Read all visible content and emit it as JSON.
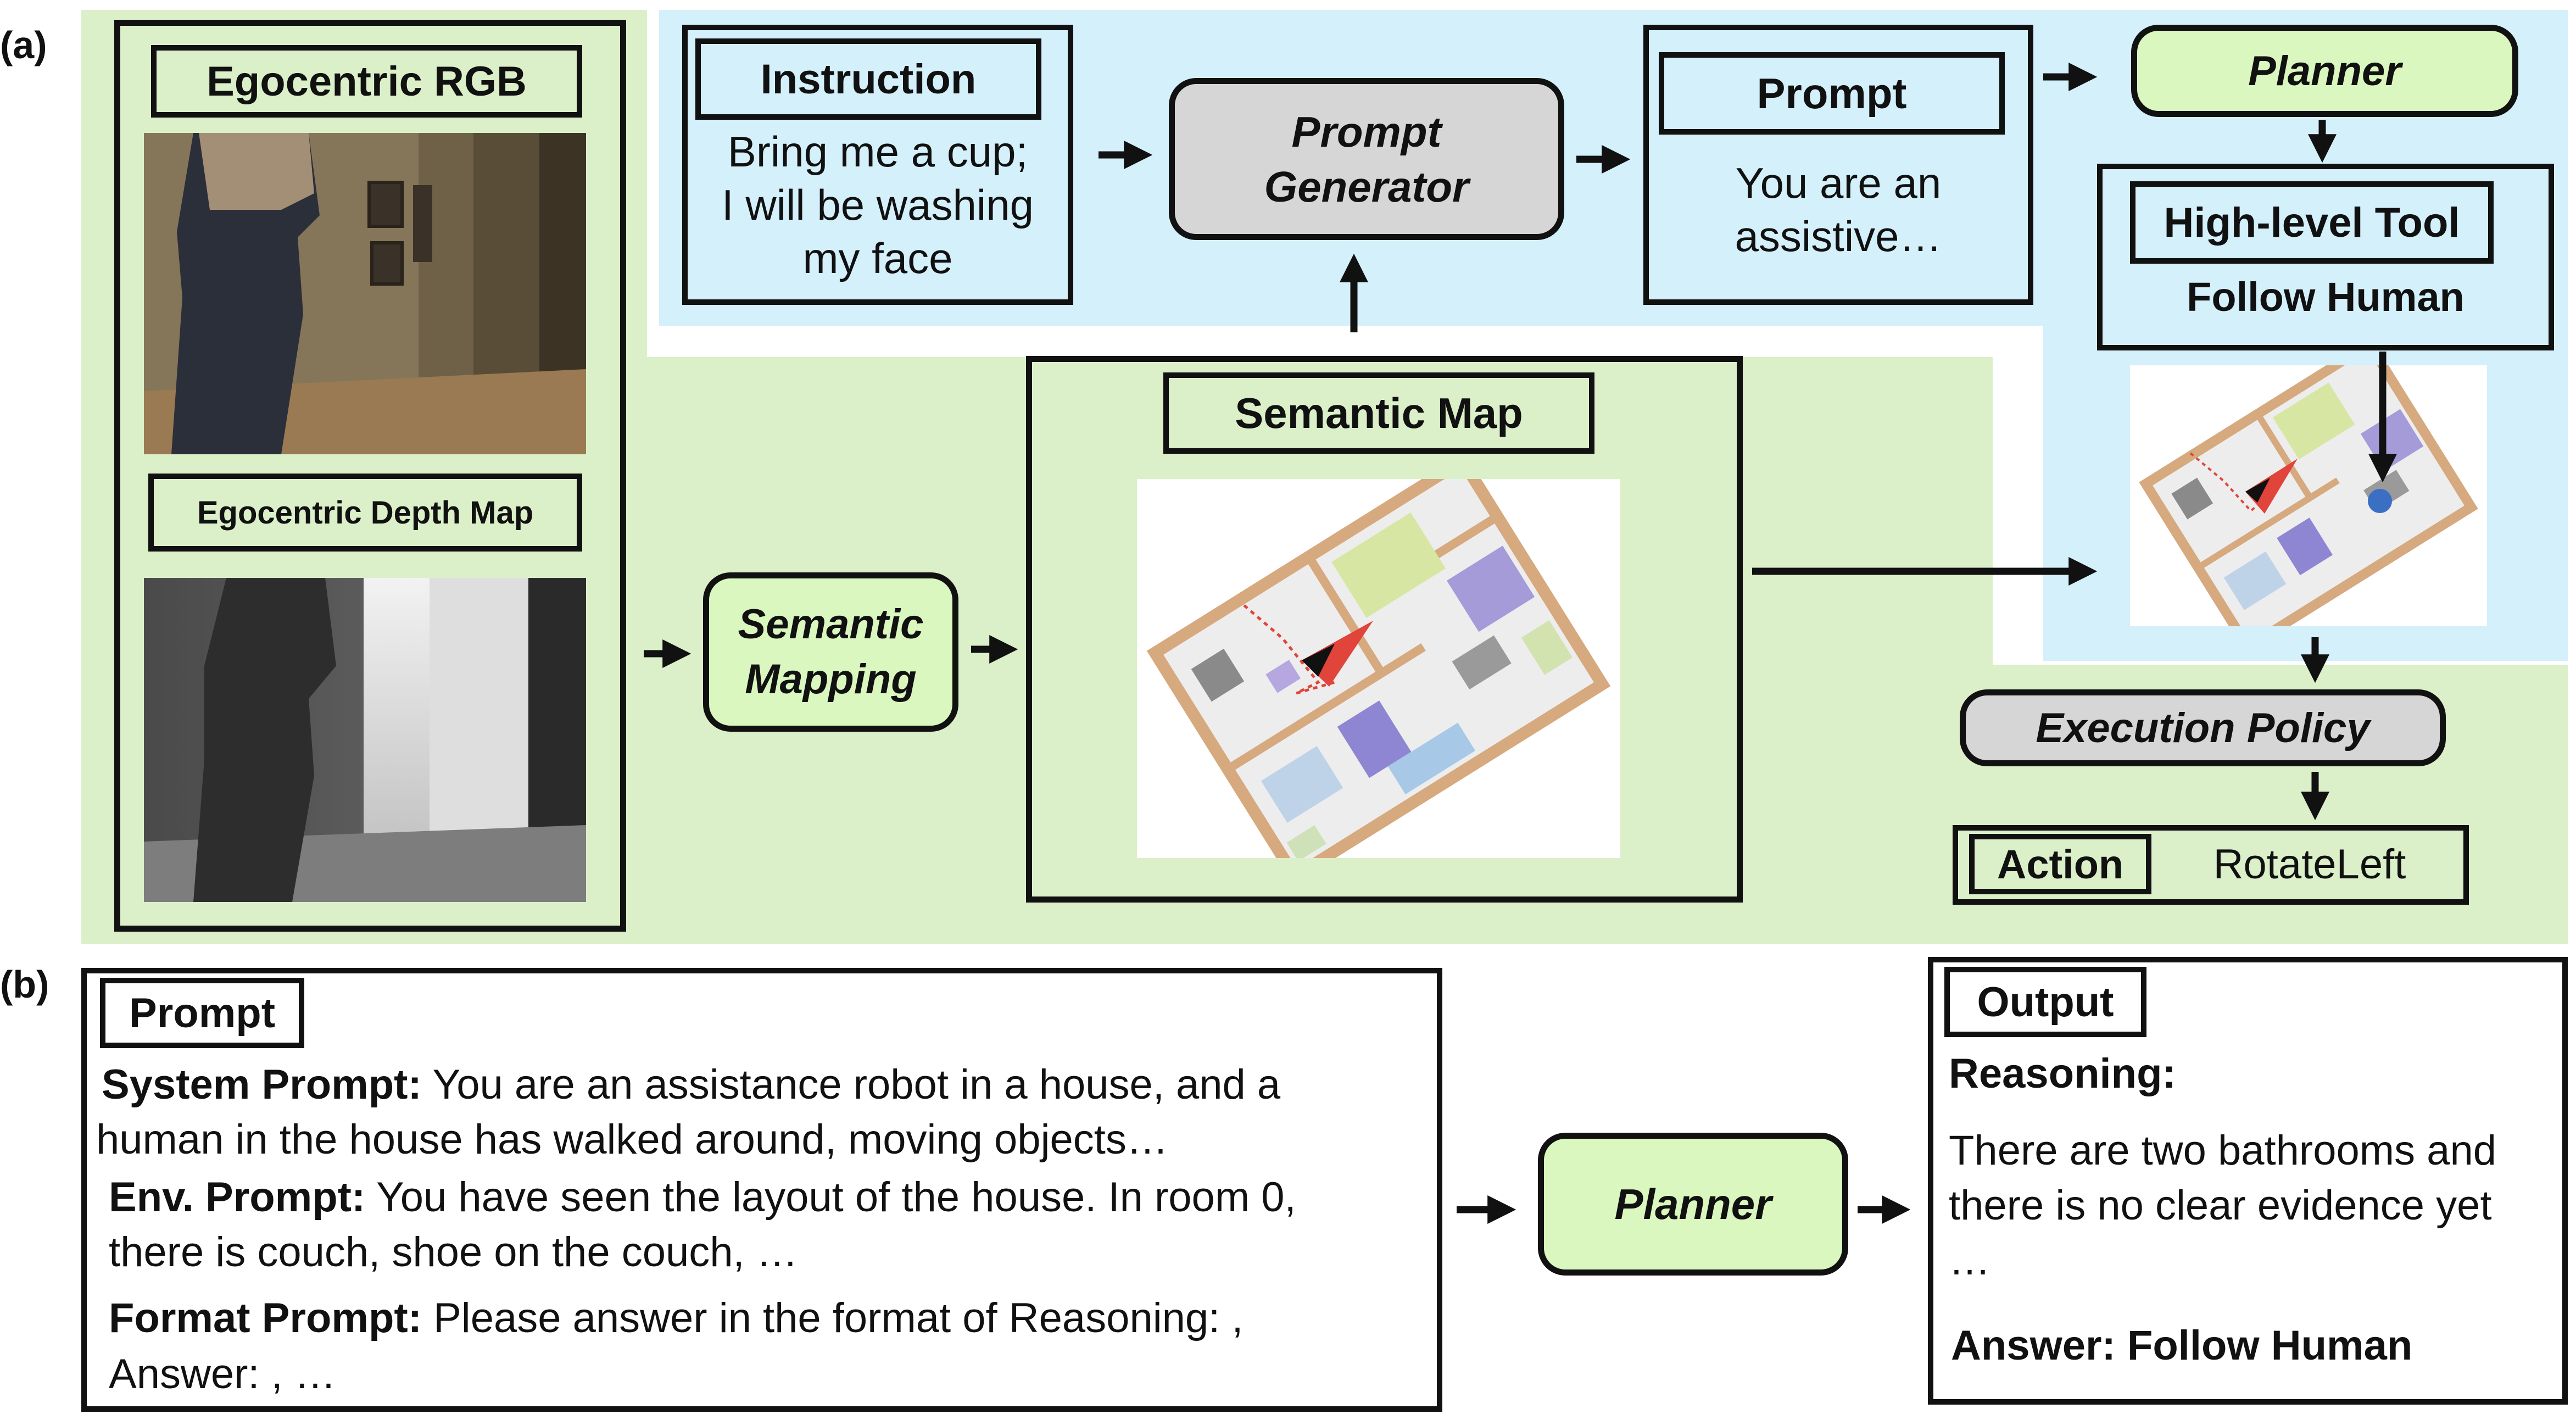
{
  "part_a": {
    "label": "(a)",
    "egocentric_rgb": "Egocentric RGB",
    "egocentric_depth": "Egocentric Depth Map",
    "semantic_mapping": [
      "Semantic",
      "Mapping"
    ],
    "instruction_title": "Instruction",
    "instruction_text": [
      "Bring me a cup;",
      "I will be washing",
      "my face"
    ],
    "prompt_generator": [
      "Prompt",
      "Generator"
    ],
    "prompt_title": "Prompt",
    "prompt_text": [
      "You are an",
      "assistive…"
    ],
    "semantic_map_title": "Semantic Map",
    "planner": "Planner",
    "high_level_tool_title": "High-level Tool",
    "high_level_tool_value": "Follow Human",
    "execution_policy": "Execution Policy",
    "action_label": "Action",
    "action_value": "RotateLeft"
  },
  "part_b": {
    "label": "(b)",
    "prompt_title": "Prompt",
    "system_prompt_label": "System Prompt:",
    "system_prompt_text": " You are an assistance robot in a house, and a",
    "system_prompt_text2": "human in the house has walked around, moving objects…",
    "env_prompt_label": "Env. Prompt:",
    "env_prompt_text": " You have seen the layout of the house. In room 0,",
    "env_prompt_text2": "there is couch, shoe on the couch, …",
    "format_prompt_label": "Format Prompt:",
    "format_prompt_text": " Please answer in the format of Reasoning: ,",
    "format_prompt_text2": "Answer: , …",
    "planner": "Planner",
    "output_title": "Output",
    "reasoning_label": "Reasoning:",
    "reasoning_text": [
      "There are two bathrooms and",
      "there is no clear evidence yet",
      "…"
    ],
    "answer": "Answer: Follow Human"
  },
  "colors": {
    "green_panel": "#dbf0c9",
    "blue_panel": "#d4f0fb",
    "green_pill": "#d9f7be",
    "gray_pill": "#d6d6d6",
    "agent_red": "#e0443a",
    "human_dot": "#3a6fc4"
  }
}
